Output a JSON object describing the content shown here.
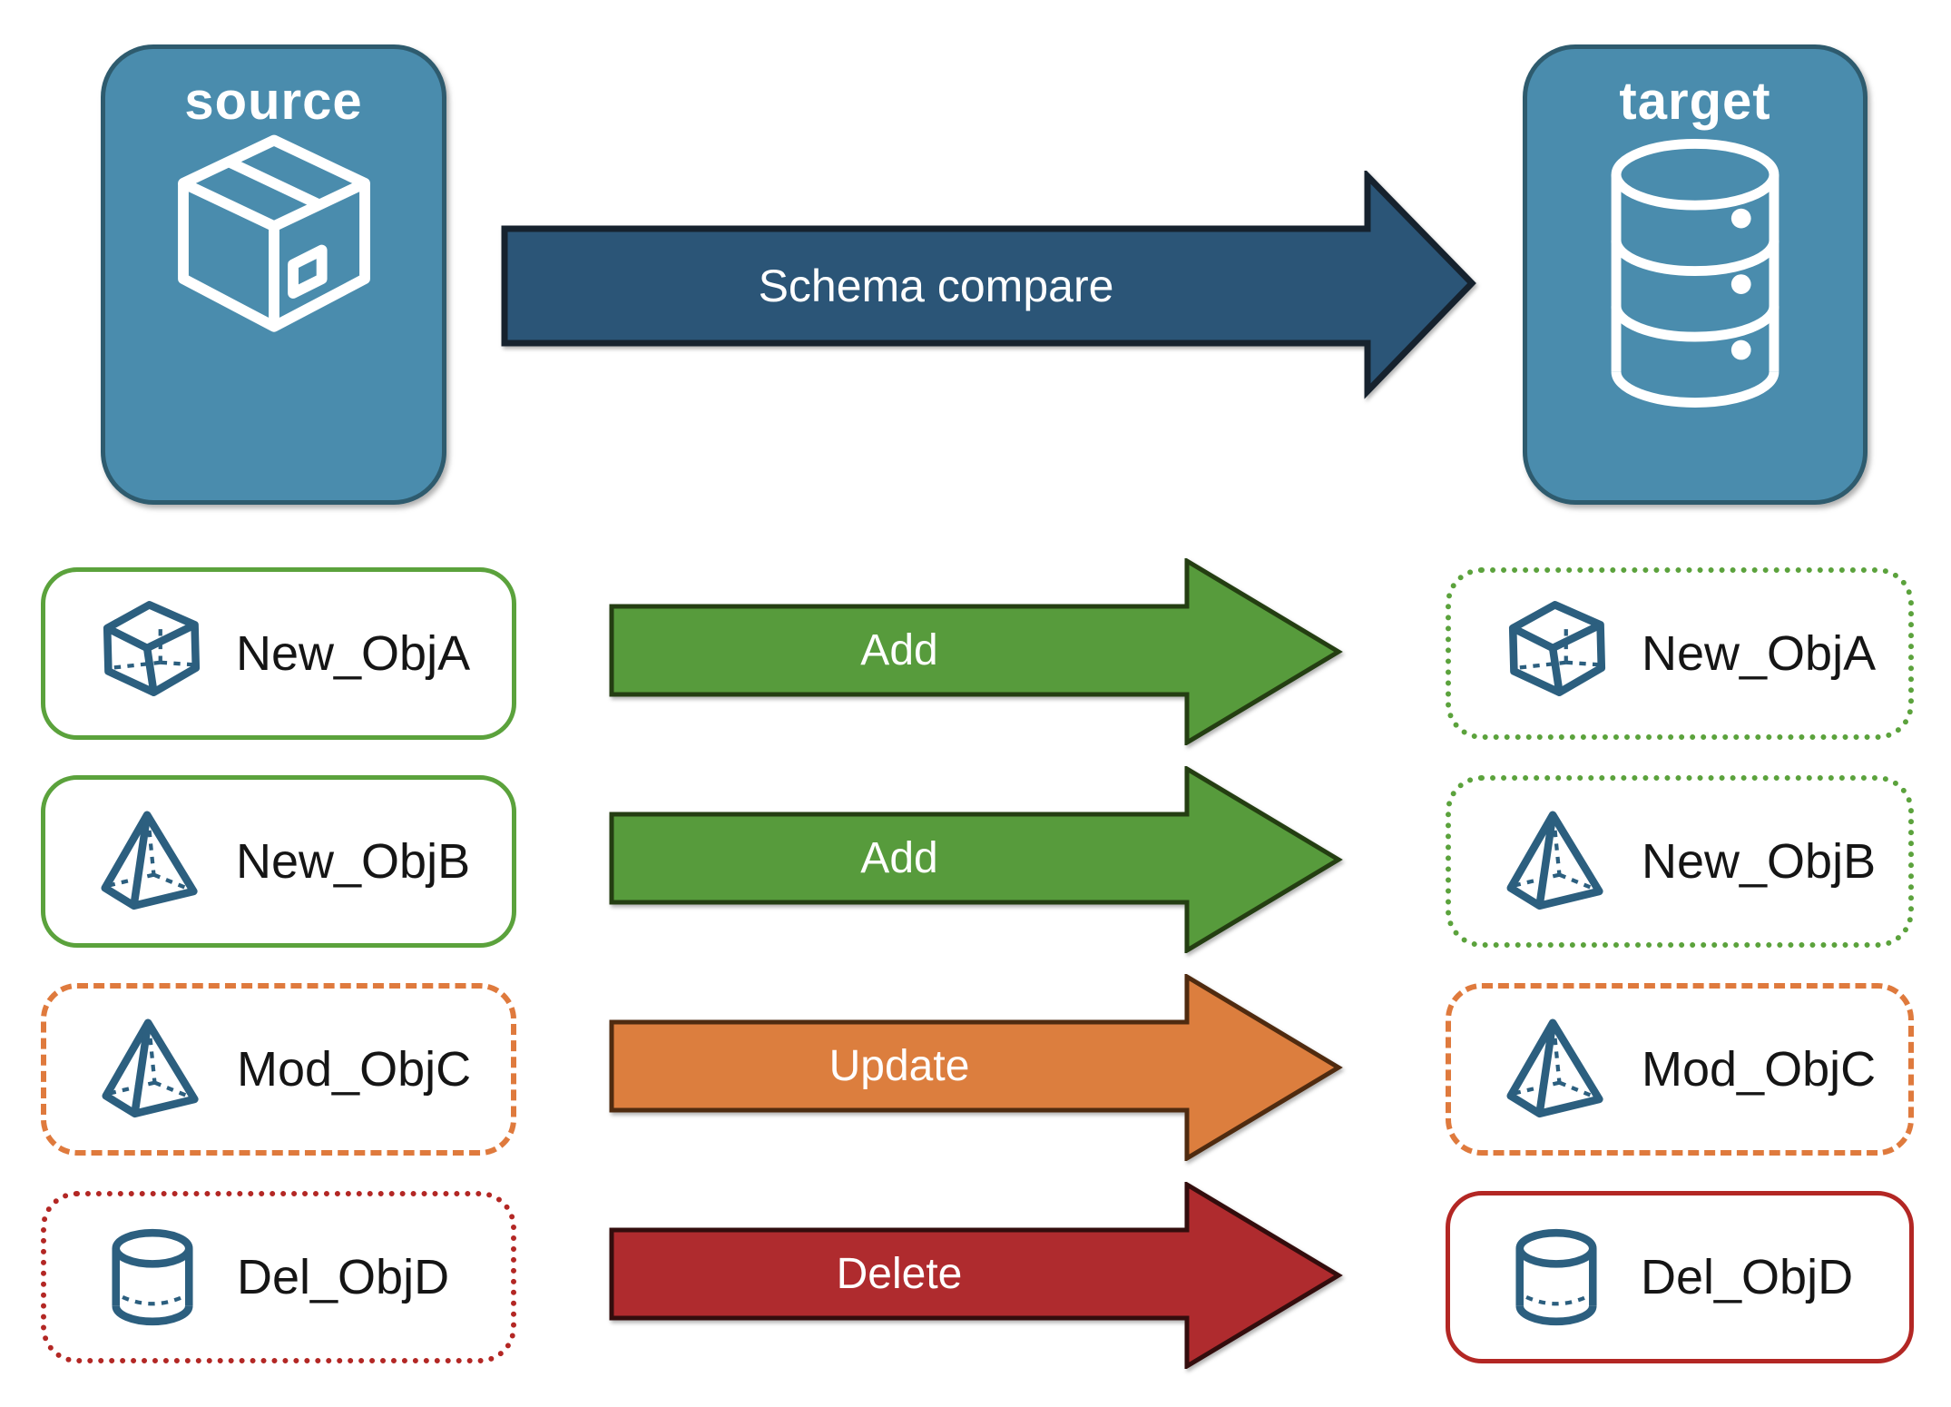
{
  "header": {
    "source_label": "source",
    "target_label": "target",
    "flow_arrow_label": "Schema compare"
  },
  "rows": [
    {
      "label": "New_ObjA",
      "action": "Add",
      "icon": "cube-icon",
      "source_border": "solid-green",
      "target_border": "dotted-green"
    },
    {
      "label": "New_ObjB",
      "action": "Add",
      "icon": "pyramid-icon",
      "source_border": "solid-green",
      "target_border": "dotted-green"
    },
    {
      "label": "Mod_ObjC",
      "action": "Update",
      "icon": "pyramid-icon",
      "source_border": "dashed-orange",
      "target_border": "dashed-orange"
    },
    {
      "label": "Del_ObjD",
      "action": "Delete",
      "icon": "cylinder-icon",
      "source_border": "dotted-red",
      "target_border": "solid-red"
    }
  ],
  "colors": {
    "node_blue_fill": "#4A8CAD",
    "node_blue_border": "#2E5B6E",
    "flow_arrow_fill": "#2B5577",
    "add_arrow_fill": "#579B3C",
    "update_arrow_fill": "#DC7E3E",
    "delete_arrow_fill": "#AF2B2E",
    "green_border": "#5BA23C",
    "orange_border": "#DF7A3D",
    "red_border": "#B32724",
    "object_icon_blue": "#2C5F7F"
  }
}
